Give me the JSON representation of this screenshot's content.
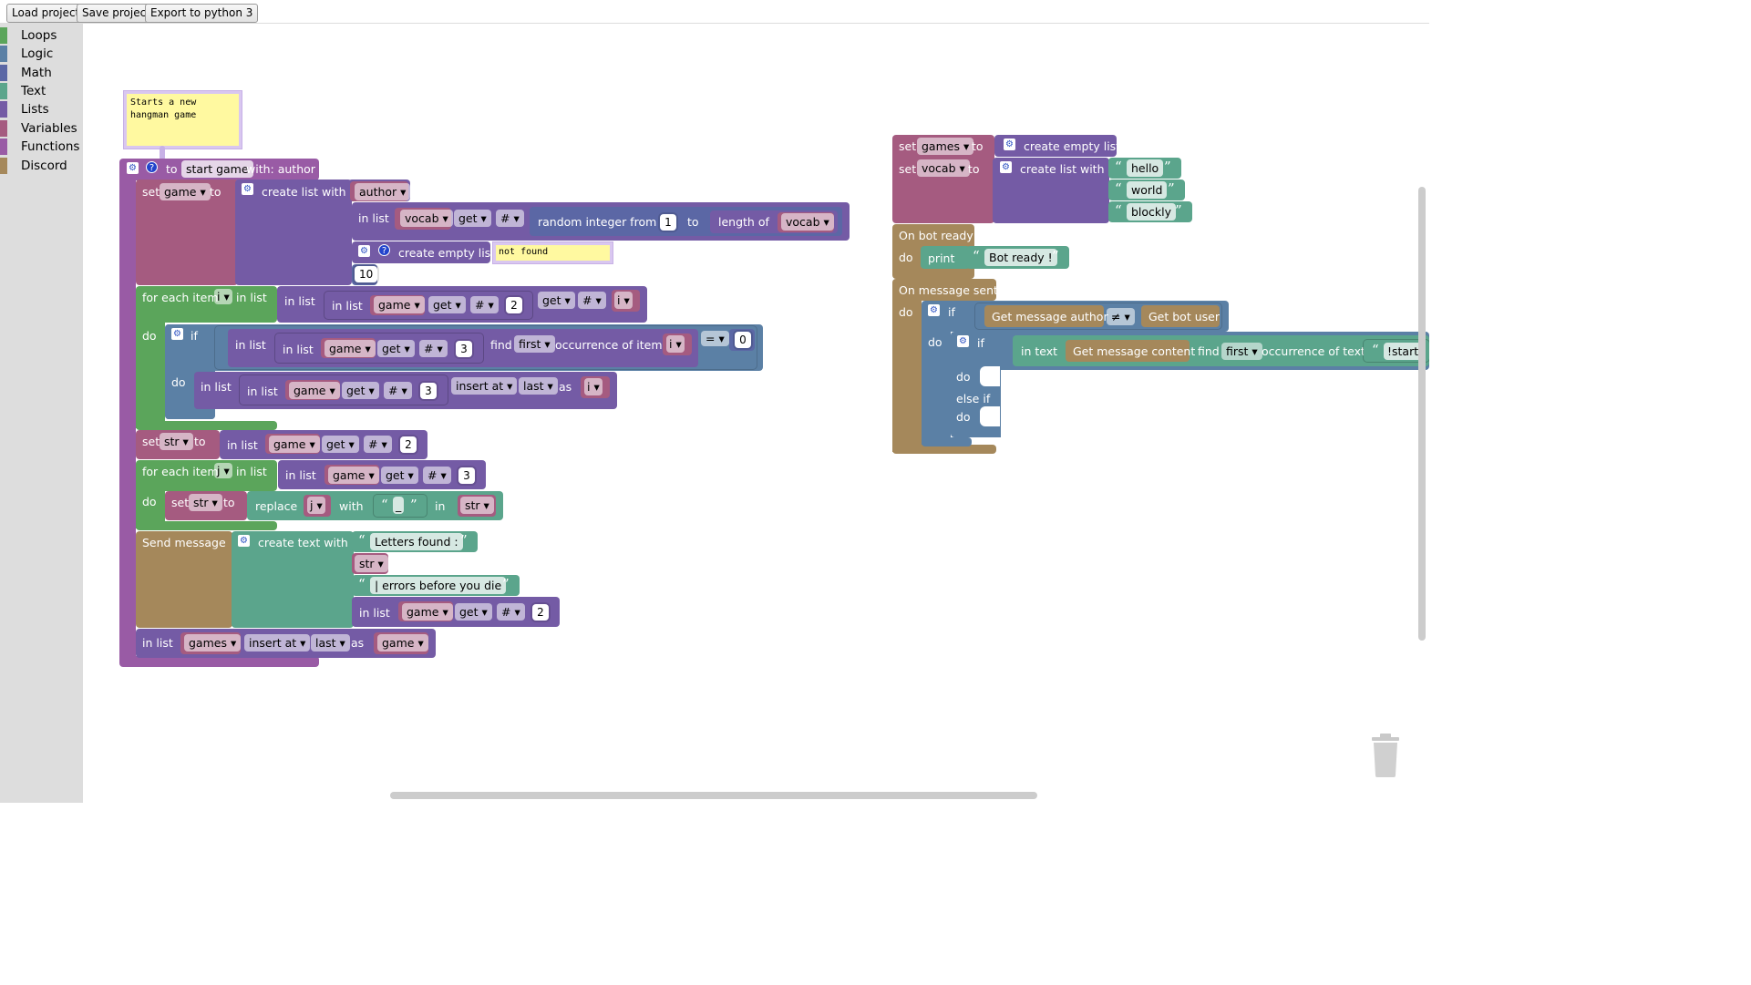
{
  "toolbar": {
    "load": "Load project",
    "save": "Save project",
    "export": "Export to python 3"
  },
  "categories": [
    {
      "label": "Loops",
      "color": "#5ba55b"
    },
    {
      "label": "Logic",
      "color": "#5b80a5"
    },
    {
      "label": "Math",
      "color": "#5b67a5"
    },
    {
      "label": "Text",
      "color": "#5ba58c"
    },
    {
      "label": "Lists",
      "color": "#745ba5"
    },
    {
      "label": "Variables",
      "color": "#a55b80"
    },
    {
      "label": "Functions",
      "color": "#995ba5"
    },
    {
      "label": "Discord",
      "color": "#a5885b"
    }
  ],
  "comment": {
    "text": "Starts a new hangman game"
  },
  "func": {
    "to": "to",
    "name": "start game",
    "with": "with: author"
  },
  "w": {
    "set": "set",
    "to": "to",
    "game": "game",
    "create_list_with": "create list with",
    "author": "author",
    "in_list": "in list",
    "vocab": "vocab",
    "get": "get",
    "hash": "#",
    "random_int": "random integer from",
    "one": "1",
    "length_of": "length of",
    "create_empty_list": "create empty list",
    "not_found": "not found",
    "ten": "10",
    "for_each_item": "for each item",
    "i": "i",
    "two": "2",
    "do": "do",
    "if": "if",
    "three": "3",
    "find": "find",
    "first": "first",
    "occurrence_of_item": "occurrence of item",
    "eq": "=",
    "zero": "0",
    "insert_at": "insert at",
    "last": "last",
    "as": "as",
    "str": "str",
    "j": "j",
    "replace": "replace",
    "with": "with",
    "underscore": "_",
    "in": "in",
    "send_message": "Send message",
    "create_text_with": "create text with",
    "letters_found": "Letters found :",
    "errors_before": "| errors before you die",
    "games": "games"
  },
  "r": {
    "set": "set",
    "games": "games",
    "to": "to",
    "create_empty_list": "create empty list",
    "vocab": "vocab",
    "create_list_with": "create list with",
    "hello": "hello",
    "world": "world",
    "blockly": "blockly",
    "on_bot_ready": "On bot ready",
    "do": "do",
    "print": "print",
    "bot_ready": "Bot ready !",
    "on_message_sent": "On message sent",
    "if": "if",
    "get_message_author": "Get message author",
    "neq": "≠",
    "get_bot_user": "Get bot user",
    "in_text": "in text",
    "get_message_content": "Get message content",
    "find": "find",
    "first": "first",
    "occurrence_of_text": "occurrence of text",
    "start": "!start",
    "else_if": "else if"
  }
}
